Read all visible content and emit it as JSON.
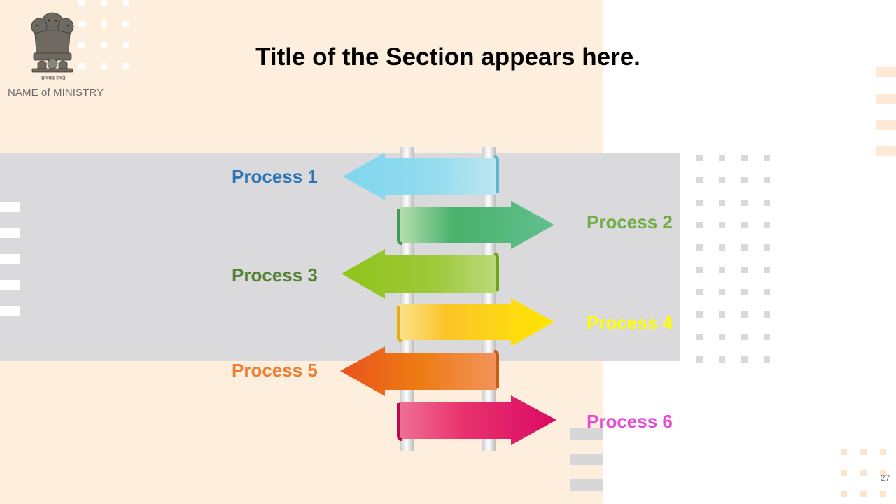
{
  "header": {
    "emblem_caption": "सत्यमेव जयते",
    "ministry": "NAME of MINISTRY",
    "title": "Title of the Section appears here."
  },
  "colors": {
    "peach": "#fdeedd",
    "band": "#dadadc",
    "process1": "#2e75b6",
    "process2": "#70ad47",
    "process3": "#548235",
    "process4": "#ffff00",
    "process5": "#ed7d31",
    "process6": "#e84cd6"
  },
  "processes": [
    {
      "label": "Process 1",
      "direction": "left",
      "icon": "arrow-left-icon"
    },
    {
      "label": "Process 2",
      "direction": "right",
      "icon": "arrow-right-icon"
    },
    {
      "label": "Process 3",
      "direction": "left",
      "icon": "arrow-left-icon"
    },
    {
      "label": "Process 4",
      "direction": "right",
      "icon": "arrow-right-icon"
    },
    {
      "label": "Process 5",
      "direction": "left",
      "icon": "arrow-left-icon"
    },
    {
      "label": "Process 6",
      "direction": "right",
      "icon": "arrow-right-icon"
    }
  ],
  "footer": {
    "page_number": "27"
  }
}
